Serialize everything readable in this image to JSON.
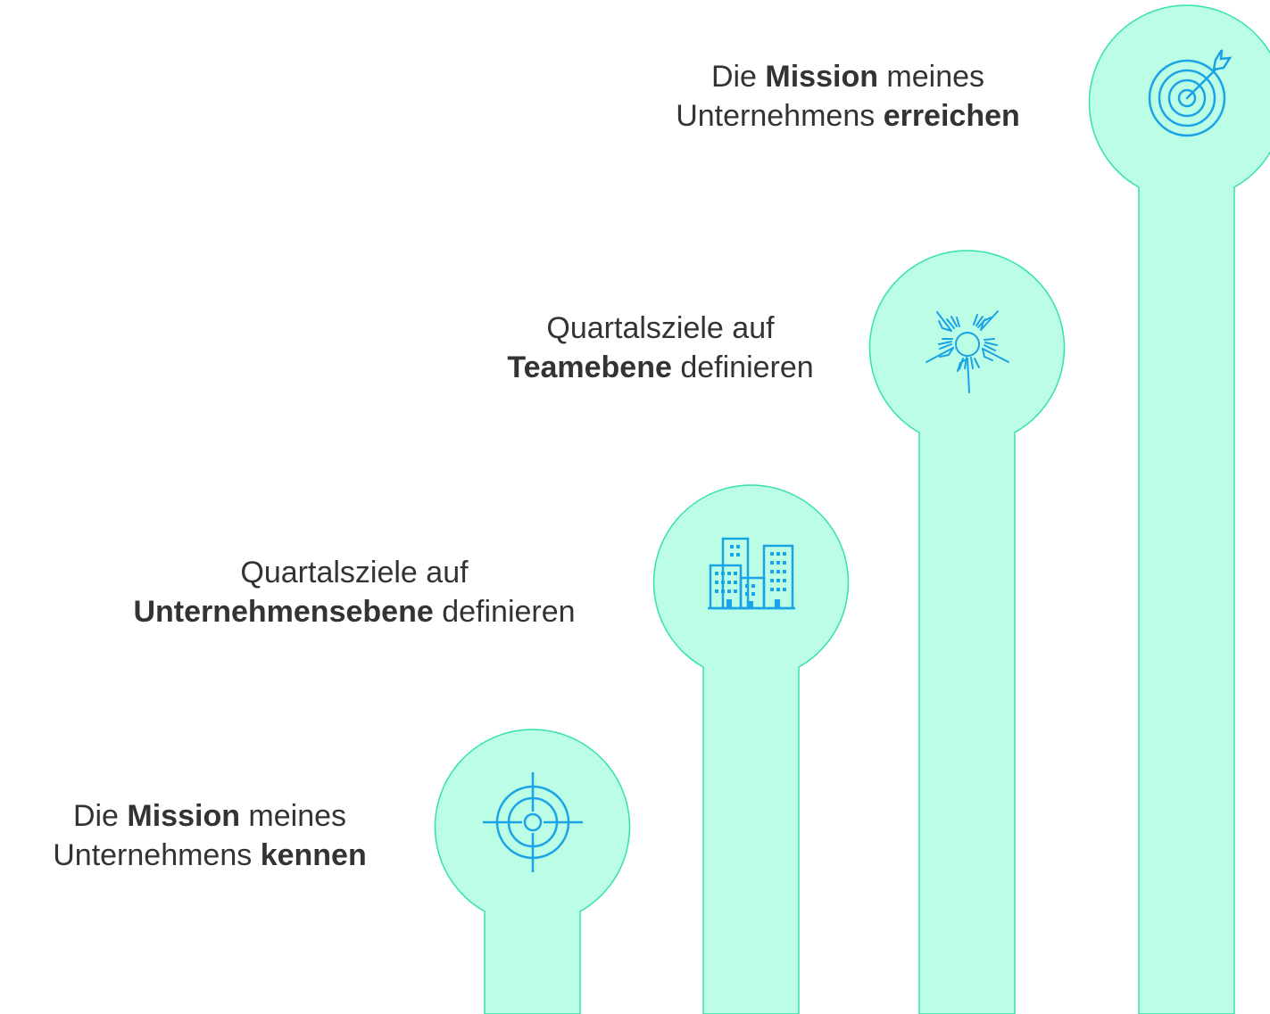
{
  "colors": {
    "fill": "#bcfde5",
    "stroke": "#34e3a6",
    "icon": "#1aa3e6",
    "text": "#333333"
  },
  "steps": [
    {
      "icon": "crosshair-icon",
      "text": {
        "pre": "Die ",
        "bold": "Mission",
        "post": " meines",
        "line2_pre": "Unternehmens ",
        "line2_bold": "kennen",
        "line2_post": ""
      }
    },
    {
      "icon": "office-buildings-icon",
      "text": {
        "pre": "Quartalsziele auf",
        "bold": "",
        "post": "",
        "line2_pre": "",
        "line2_bold": "Unternehmensebene",
        "line2_post": " definieren"
      }
    },
    {
      "icon": "team-hands-icon",
      "text": {
        "pre": "Quartalsziele auf",
        "bold": "",
        "post": "",
        "line2_pre": "",
        "line2_bold": "Teamebene",
        "line2_post": " definieren"
      }
    },
    {
      "icon": "target-arrow-icon",
      "text": {
        "pre": "Die ",
        "bold": "Mission",
        "post": " meines",
        "line2_pre": "Unternehmens ",
        "line2_bold": "erreichen",
        "line2_post": ""
      }
    }
  ]
}
